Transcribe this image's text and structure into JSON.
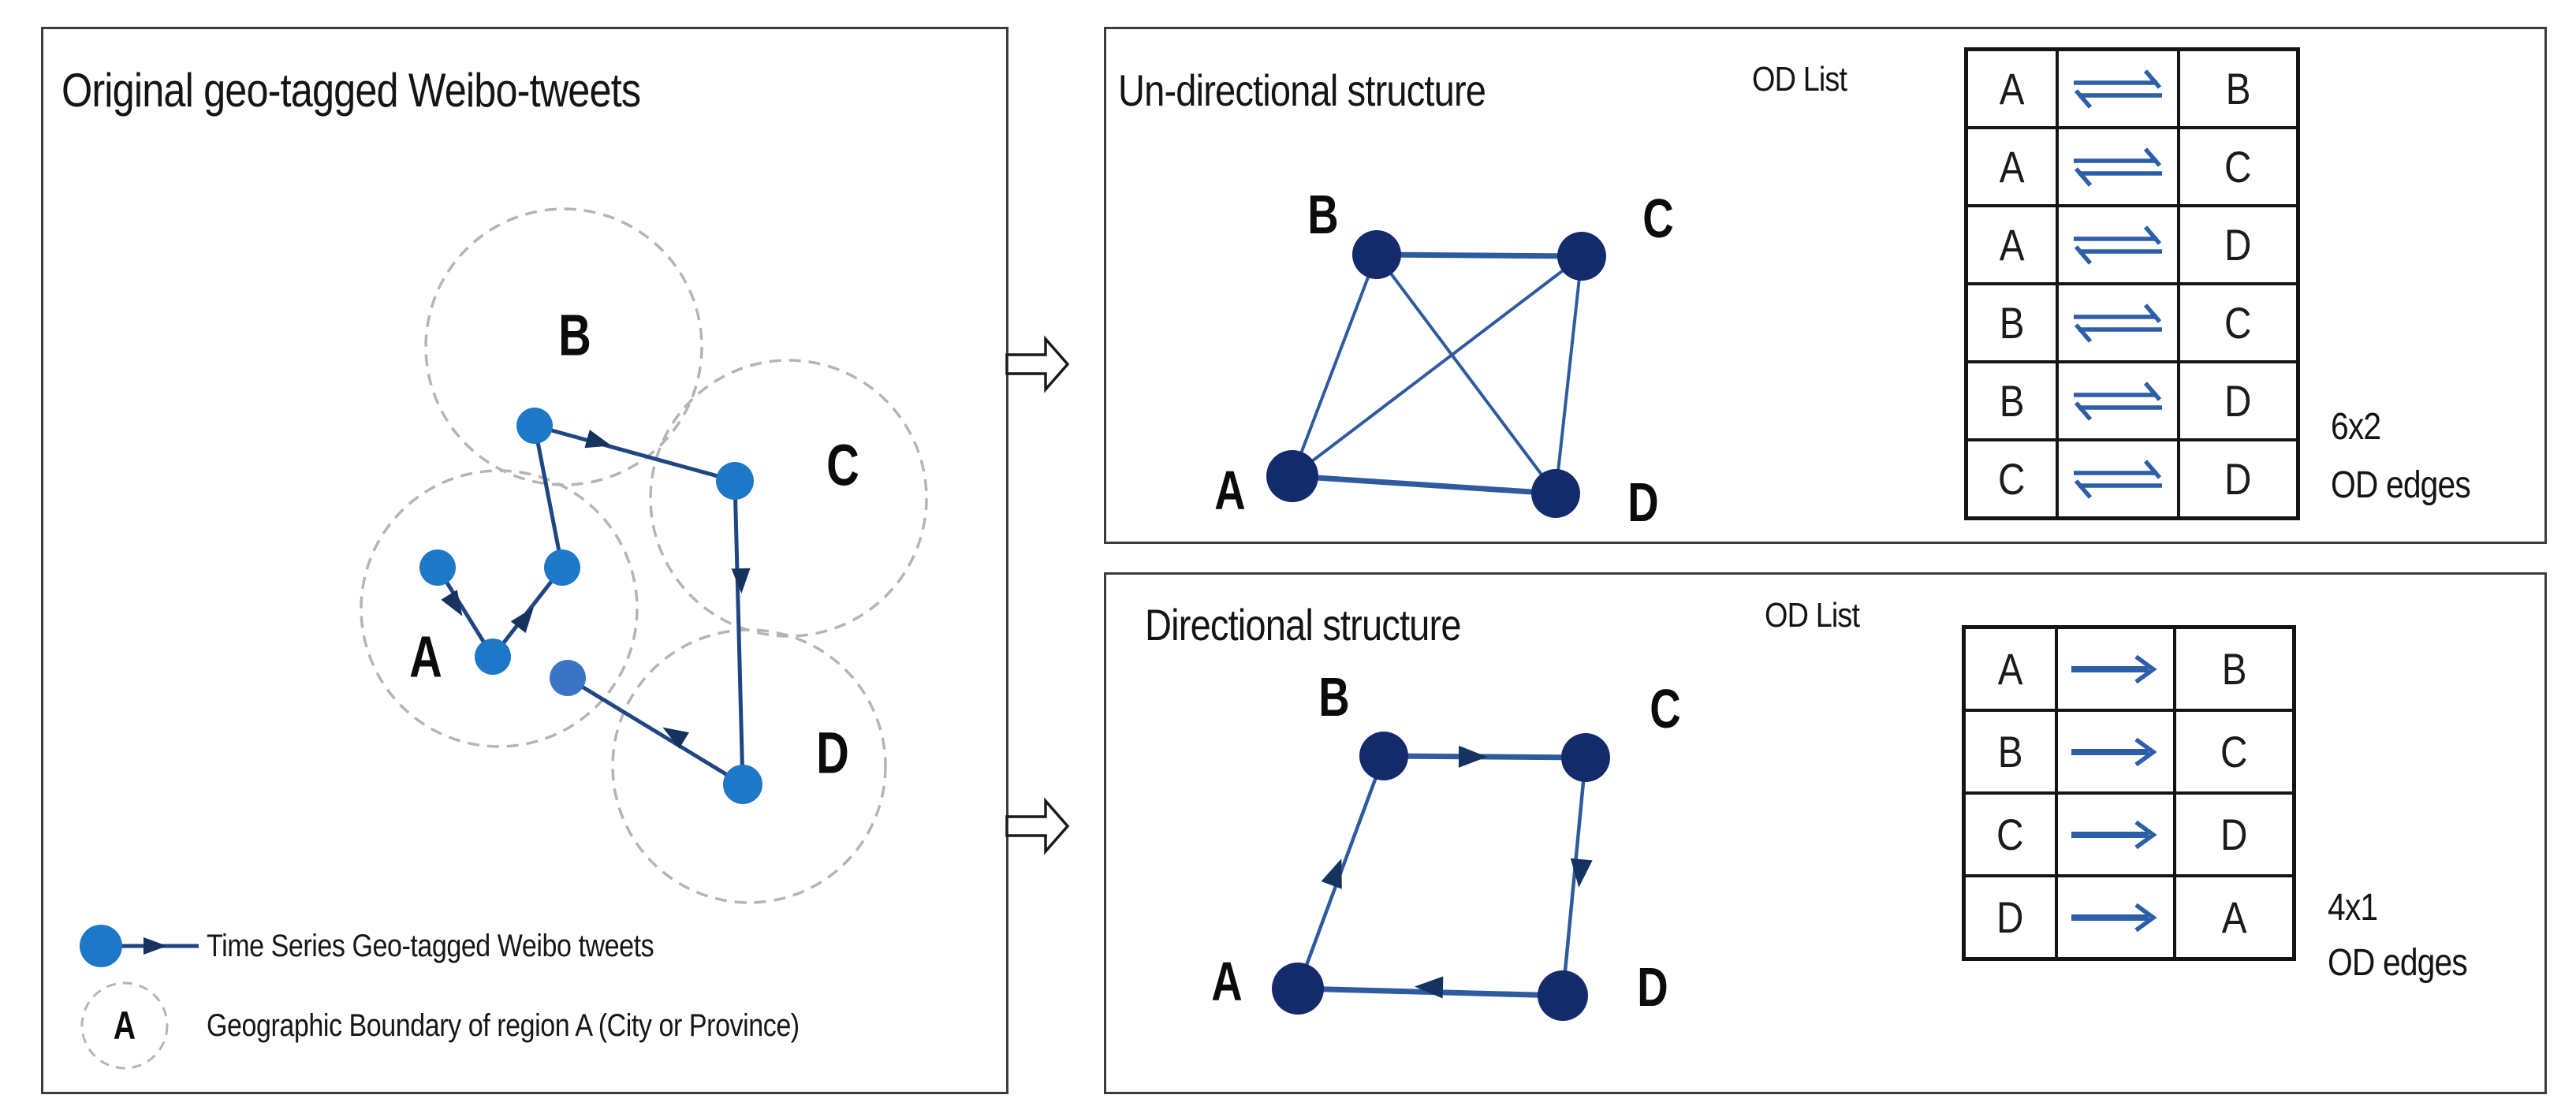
{
  "labels": {
    "A": "A",
    "B": "B",
    "C": "C",
    "D": "D"
  },
  "panels": {
    "left": {
      "title": "Original geo-tagged Weibo-tweets"
    },
    "top_right": {
      "title": "Un-directional structure",
      "od_list": "OD List",
      "count": "6x2",
      "count_caption": "OD edges"
    },
    "bottom_right": {
      "title": "Directional structure",
      "od_list": "OD List",
      "count": "4x1",
      "count_caption": "OD edges"
    }
  },
  "legend": {
    "trajectory_label": "Time Series Geo-tagged Weibo tweets",
    "boundary_label": "Geographic Boundary of region A (City or Province)",
    "boundary_letter": "A"
  },
  "od_tables": {
    "undirectional": {
      "relation": "bidirectional",
      "rows": [
        {
          "from": "A",
          "to": "B"
        },
        {
          "from": "A",
          "to": "C"
        },
        {
          "from": "A",
          "to": "D"
        },
        {
          "from": "B",
          "to": "C"
        },
        {
          "from": "B",
          "to": "D"
        },
        {
          "from": "C",
          "to": "D"
        }
      ]
    },
    "directional": {
      "relation": "directed",
      "rows": [
        {
          "from": "A",
          "to": "B"
        },
        {
          "from": "B",
          "to": "C"
        },
        {
          "from": "C",
          "to": "D"
        },
        {
          "from": "D",
          "to": "A"
        }
      ]
    }
  },
  "icons": {
    "bidirectional": "harpoons-left-right-icon",
    "directed": "arrow-right-icon",
    "panel_transform": "hollow-right-arrow-icon",
    "trajectory_point": "blue-dot-icon",
    "region_boundary": "dashed-circle-icon"
  },
  "colors": {
    "trajectory_dot": "#1d79c7",
    "trajectory_line": "#1f4583",
    "arrowhead": "#16335f",
    "graph_node": "#132a6b",
    "graph_edge": "#2e5b9e",
    "table_symbol": "#2d5fa8",
    "boundary_dash": "#b5b5b5",
    "panel_border": "#3c3c3c"
  }
}
